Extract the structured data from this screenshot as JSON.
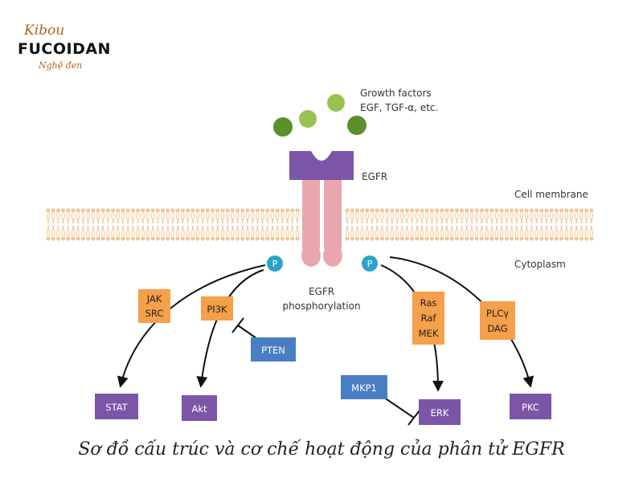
{
  "logo": {
    "top": "Kibou",
    "main": "FUCOIDAN",
    "sub": "Nghệ đen"
  },
  "labels": {
    "growth_factors_1": "Growth factors",
    "growth_factors_2": "EGF, TGF-α, etc.",
    "receptor": "EGFR",
    "cell_membrane": "Cell membrane",
    "cytoplasm": "Cytoplasm",
    "phospho_1": "EGFR",
    "phospho_2": "phosphorylation",
    "p_left": "P",
    "p_right": "P"
  },
  "nodes": {
    "jak_src": [
      "JAK",
      "SRC"
    ],
    "pi3k": [
      "PI3K"
    ],
    "pten": [
      "PTEN"
    ],
    "ras_raf_mek": [
      "Ras",
      "Raf",
      "MEK"
    ],
    "plcy_dag": [
      "PLCγ",
      "DAG"
    ],
    "mkp1": [
      "MKP1"
    ],
    "stat": [
      "STAT"
    ],
    "akt": [
      "Akt"
    ],
    "erk": [
      "ERK"
    ],
    "pkc": [
      "PKC"
    ]
  },
  "caption": "Sơ đồ cấu trúc và cơ chế hoạt động của phân tử EGFR",
  "colors": {
    "orange": "#f5a04a",
    "purple": "#7b55a6",
    "blue": "#4a7ec2",
    "pink": "#e8a7ae",
    "teal": "#2ba3c6",
    "membrane": "#f3c79a",
    "ligand_dark": "#5a8f2a",
    "ligand_light": "#97c24f"
  }
}
